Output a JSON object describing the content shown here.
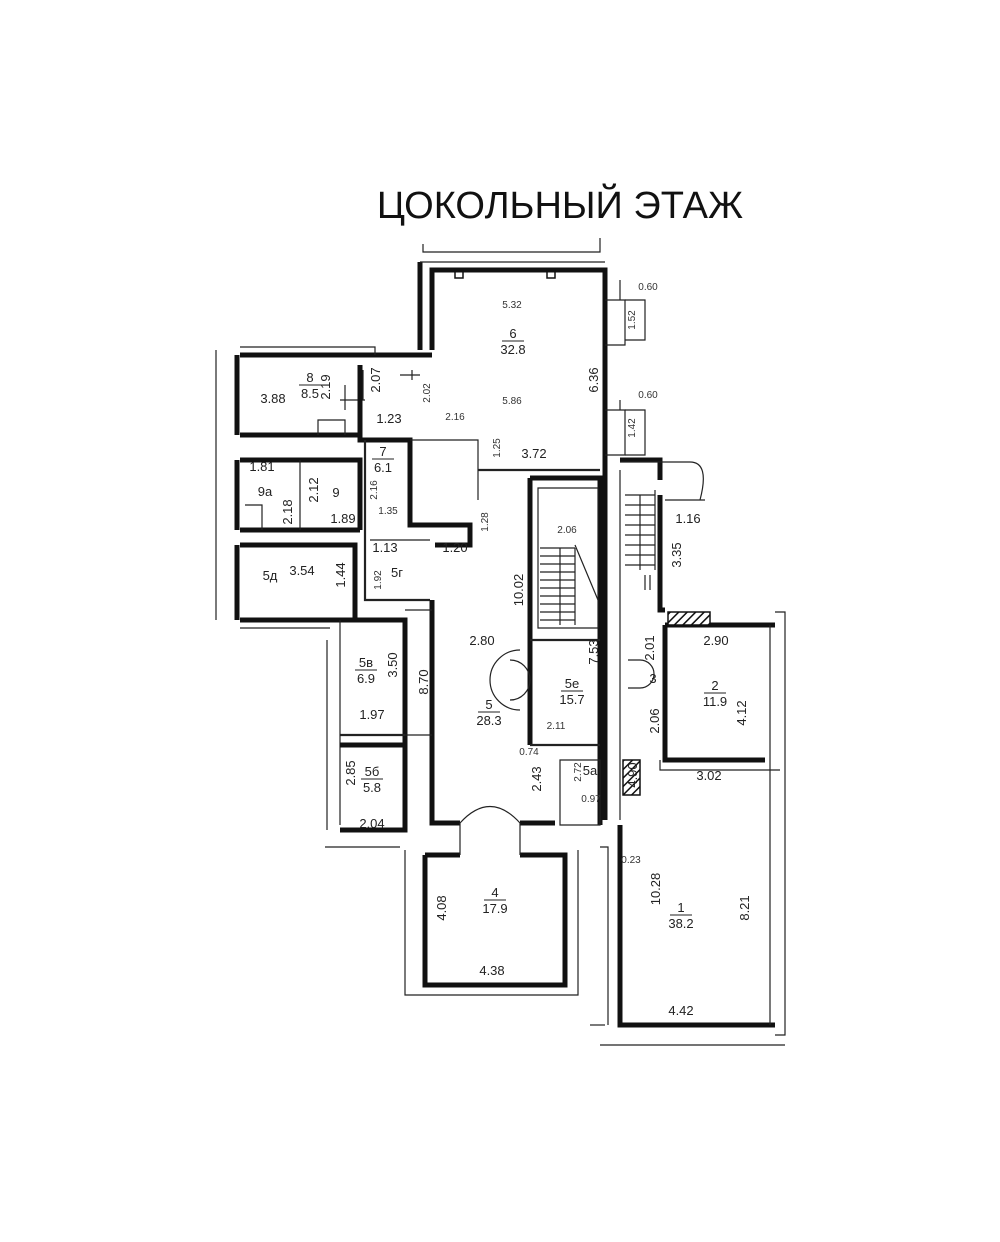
{
  "title": "ЦОКОЛЬНЫЙ ЭТАЖ",
  "rooms": [
    {
      "num": "6",
      "area": "32.8"
    },
    {
      "num": "8",
      "area": "8.5"
    },
    {
      "num": "7",
      "area": "6.1"
    },
    {
      "num": "9а",
      "area": ""
    },
    {
      "num": "9",
      "area": ""
    },
    {
      "num": "5д",
      "area": ""
    },
    {
      "num": "5г",
      "area": ""
    },
    {
      "num": "5в",
      "area": "6.9"
    },
    {
      "num": "5б",
      "area": "5.8"
    },
    {
      "num": "5",
      "area": "28.3"
    },
    {
      "num": "5е",
      "area": "15.7"
    },
    {
      "num": "5а",
      "area": ""
    },
    {
      "num": "3",
      "area": ""
    },
    {
      "num": "2",
      "area": "11.9"
    },
    {
      "num": "4",
      "area": "17.9"
    },
    {
      "num": "1",
      "area": "38.2"
    }
  ],
  "dims": [
    "0.60",
    "1.52",
    "0.60",
    "1.42",
    "5.32",
    "6.36",
    "5.86",
    "3.72",
    "2.16",
    "1.25",
    "2.02",
    "2.07",
    "1.23",
    "2.19",
    "3.88",
    "1.81",
    "2.18",
    "2.12",
    "1.89",
    "2.16",
    "1.35",
    "1.28",
    "1.20",
    "1.13",
    "3.54",
    "1.44",
    "1.92",
    "2.06",
    "10.02",
    "2.80",
    "8.70",
    "3.50",
    "1.97",
    "7.53",
    "2.01",
    "2.11",
    "0.74",
    "2.85",
    "2.04",
    "2.43",
    "2.72",
    "0.97",
    "4.90",
    "1.16",
    "3.35",
    "2.90",
    "2.06",
    "4.12",
    "3.02",
    "0.23",
    "10.28",
    "8.21",
    "4.08",
    "4.38",
    "4.42"
  ]
}
